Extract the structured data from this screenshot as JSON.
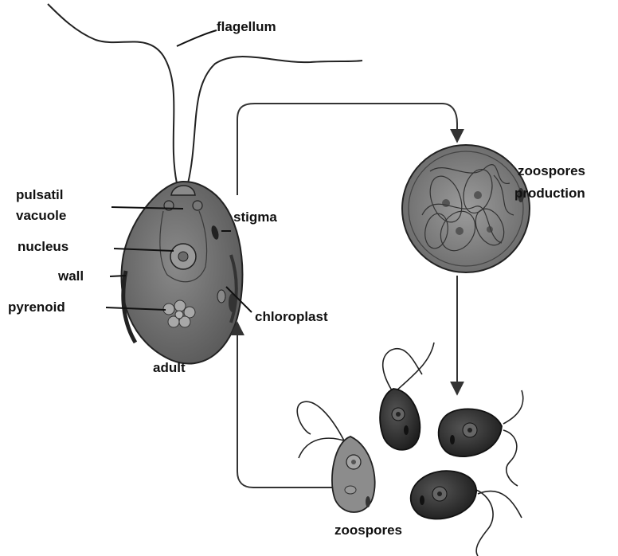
{
  "labels": {
    "flagellum": "flagellum",
    "pulsatil": "pulsatil",
    "vacuole": "vacuole",
    "nucleus": "nucleus",
    "wall": "wall",
    "pyrenoid": "pyrenoid",
    "stigma": "stigma",
    "chloroplast": "chloroplast",
    "adult": "adult",
    "zoospores_line1": "zoospores",
    "zoospores_line2": "production",
    "zoospores_bottom": "zoospores"
  },
  "colors": {
    "ink": "#111111",
    "cell_fill": "#6e6e6e",
    "cell_light": "#9a9a9a",
    "dark_cell": "#2f2f2f",
    "arrow": "#444444"
  }
}
